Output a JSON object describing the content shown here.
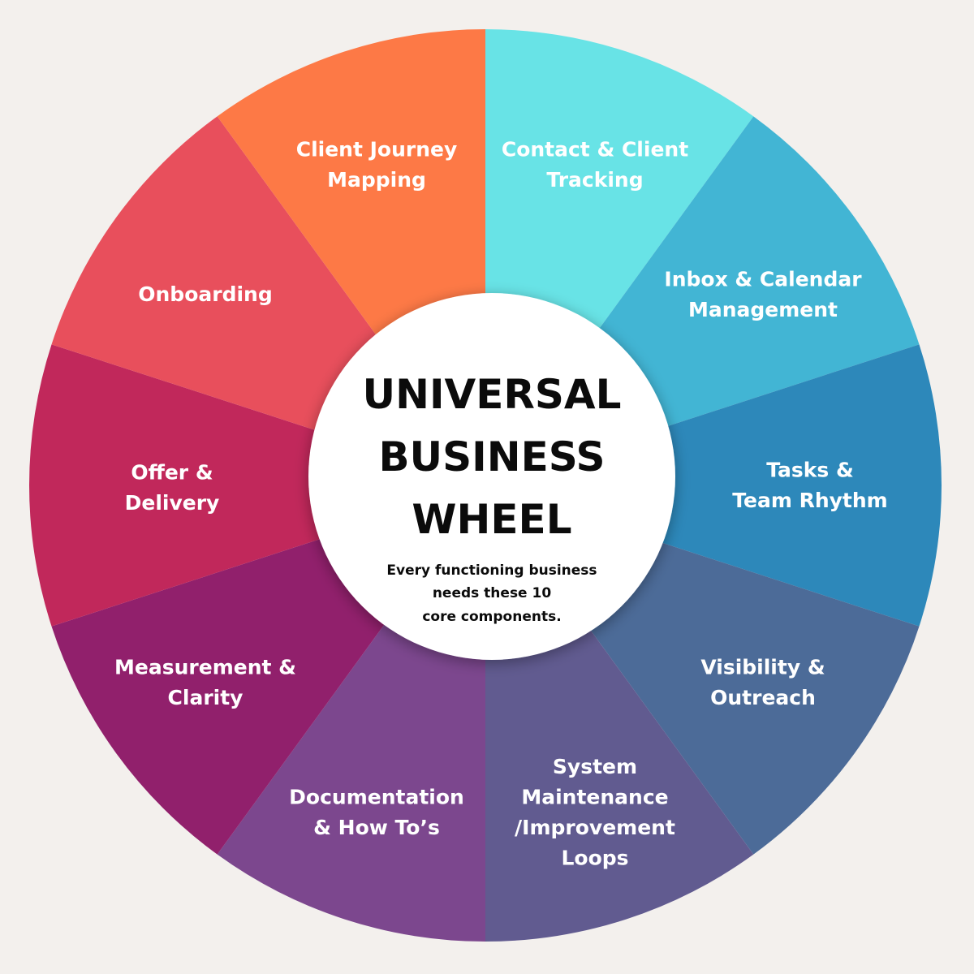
{
  "background_color": "#f3f0ed",
  "center": {
    "title_lines": [
      "UNIVERSAL",
      "BUSINESS",
      "WHEEL"
    ],
    "subtitle_lines": [
      "Every functioning business",
      "needs these 10",
      "core components."
    ]
  },
  "segments": [
    {
      "lines": [
        "Contact & Client",
        "Tracking"
      ],
      "color": "#68e3e6"
    },
    {
      "lines": [
        "Inbox & Calendar",
        "Management"
      ],
      "color": "#42b5d4"
    },
    {
      "lines": [
        "Tasks &",
        "Team Rhythm"
      ],
      "color": "#2d88ba"
    },
    {
      "lines": [
        "Visibility &",
        "Outreach"
      ],
      "color": "#4c6b98"
    },
    {
      "lines": [
        "System",
        "Maintenance",
        "/Improvement",
        "Loops"
      ],
      "color": "#615b90"
    },
    {
      "lines": [
        "Documentation",
        "& How To’s"
      ],
      "color": "#7c478e"
    },
    {
      "lines": [
        "Measurement &",
        "Clarity"
      ],
      "color": "#91206c"
    },
    {
      "lines": [
        "Offer &",
        "Delivery"
      ],
      "color": "#c1285b"
    },
    {
      "lines": [
        "Onboarding"
      ],
      "color": "#e84f5c"
    },
    {
      "lines": [
        "Client Journey",
        "Mapping"
      ],
      "color": "#fd7946"
    }
  ]
}
